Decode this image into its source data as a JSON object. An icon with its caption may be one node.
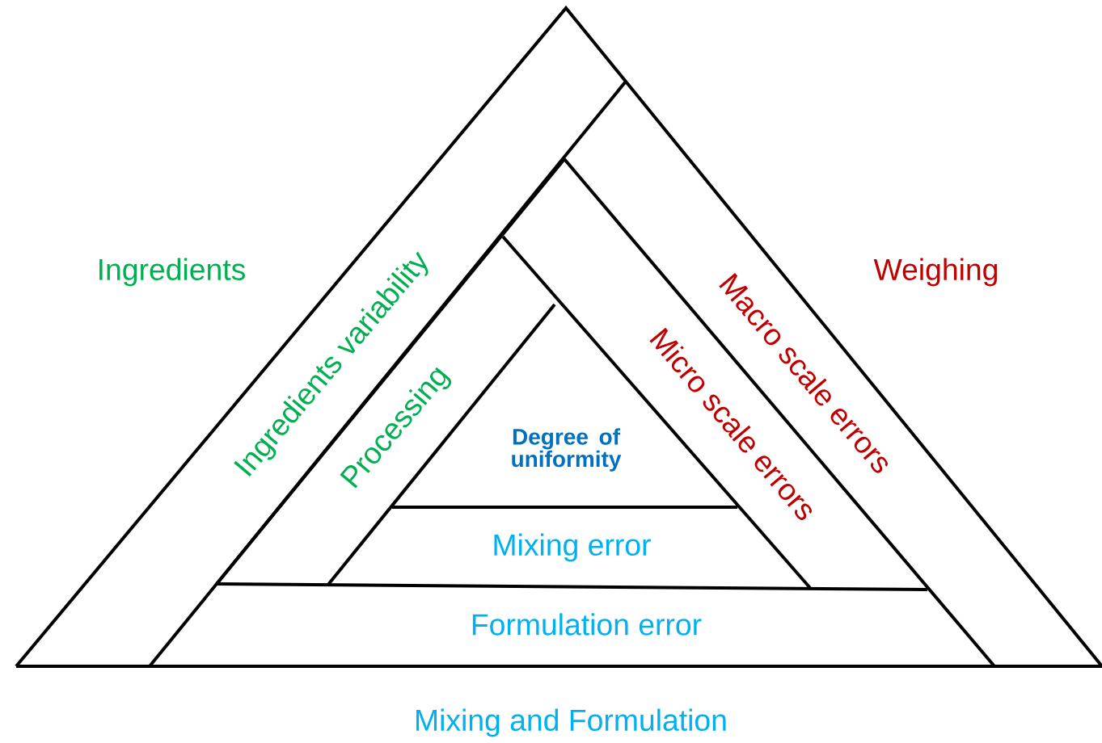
{
  "diagram": {
    "nodes": [
      {
        "text": [
          "Ingredients variability"
        ]
      },
      {
        "text": [
          "Macro scale errors"
        ]
      },
      {
        "text": [
          "Processing"
        ]
      },
      {
        "text": [
          "Micro scale errors"
        ]
      },
      {
        "text": [
          "Degree of uniformity"
        ]
      },
      {
        "text": [
          "Mixing error"
        ]
      },
      {
        "text": [
          "Formulation error"
        ]
      }
    ],
    "labels": [
      "Ingredients",
      "Weighing",
      "Mixing and Formulation"
    ]
  }
}
